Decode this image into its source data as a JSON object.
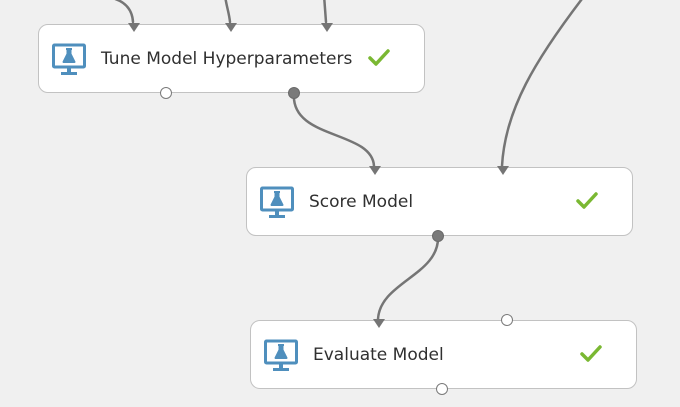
{
  "colors": {
    "canvas_bg": "#f0f0f0",
    "module_bg": "#ffffff",
    "module_border": "#c2c2c2",
    "icon_blue": "#4f8fbd",
    "check_green": "#7ab832",
    "connector": "#757575"
  },
  "modules": [
    {
      "name": "tune-model-hyperparameters",
      "label": "Tune Model Hyperparameters",
      "status": "completed",
      "status_icon": "check-icon",
      "module_icon": "experiment-monitor-icon"
    },
    {
      "name": "score-model",
      "label": "Score Model",
      "status": "completed",
      "status_icon": "check-icon",
      "module_icon": "experiment-monitor-icon"
    },
    {
      "name": "evaluate-model",
      "label": "Evaluate Model",
      "status": "completed",
      "status_icon": "check-icon",
      "module_icon": "experiment-monitor-icon"
    }
  ]
}
